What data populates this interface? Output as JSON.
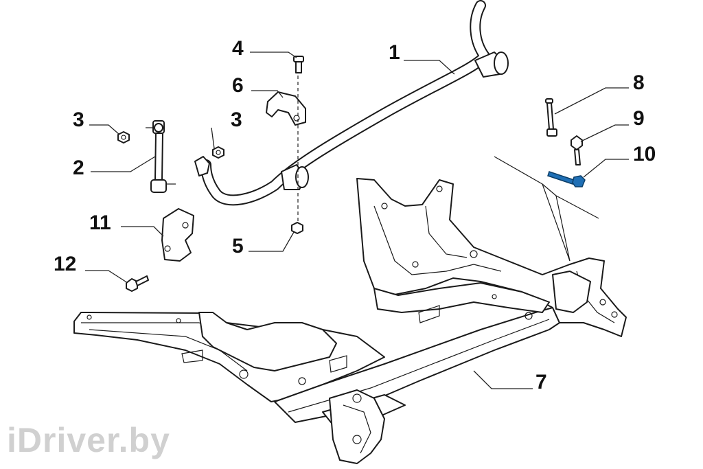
{
  "diagram": {
    "callouts": [
      {
        "id": "1",
        "label": "1"
      },
      {
        "id": "2",
        "label": "2"
      },
      {
        "id": "3a",
        "label": "3"
      },
      {
        "id": "3b",
        "label": "3"
      },
      {
        "id": "4",
        "label": "4"
      },
      {
        "id": "5",
        "label": "5"
      },
      {
        "id": "6",
        "label": "6"
      },
      {
        "id": "7",
        "label": "7"
      },
      {
        "id": "8",
        "label": "8"
      },
      {
        "id": "9",
        "label": "9"
      },
      {
        "id": "10",
        "label": "10"
      },
      {
        "id": "11",
        "label": "11"
      },
      {
        "id": "12",
        "label": "12"
      }
    ],
    "highlight_color": "#1f6fb5"
  },
  "watermark": {
    "text": "iDriver.by"
  }
}
